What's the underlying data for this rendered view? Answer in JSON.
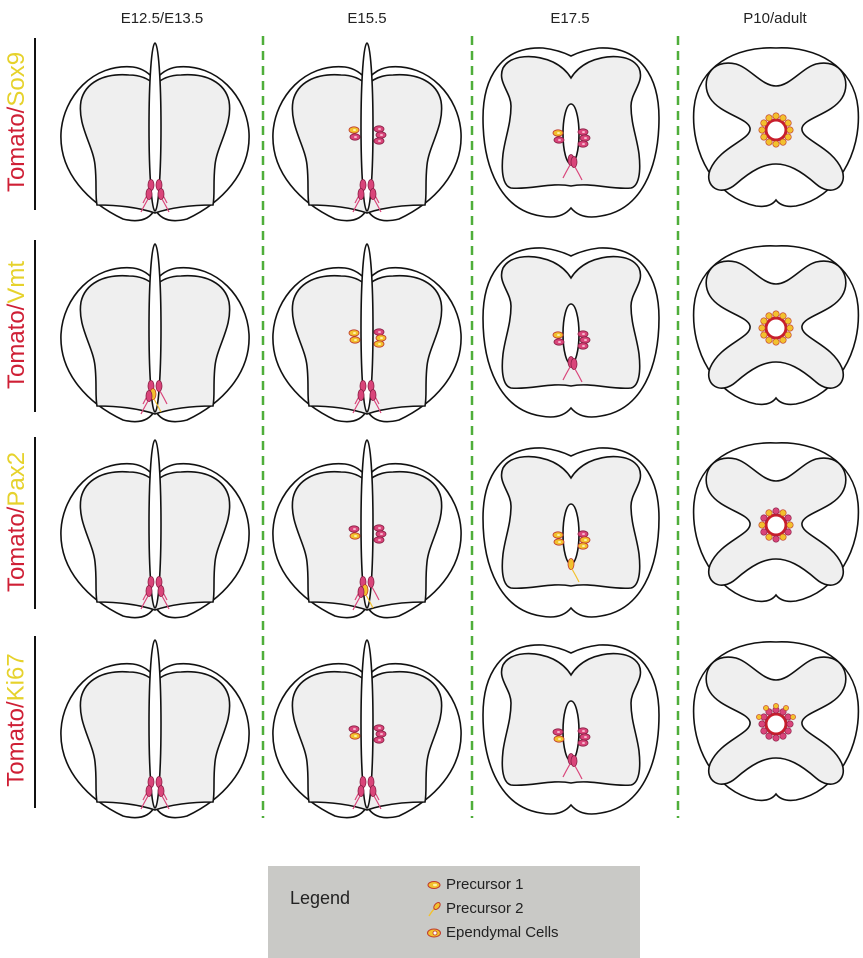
{
  "columns": [
    "E12.5/E13.5",
    "E15.5",
    "E17.5",
    "P10/adult"
  ],
  "rows": [
    {
      "tomato": "Tomato",
      "sep": "/",
      "marker": "Sox9"
    },
    {
      "tomato": "Tomato",
      "sep": "/",
      "marker": "Vmt"
    },
    {
      "tomato": "Tomato",
      "sep": "/",
      "marker": "Pax2"
    },
    {
      "tomato": "Tomato",
      "sep": "/",
      "marker": "Ki67"
    }
  ],
  "legend": {
    "title": "Legend",
    "items": [
      {
        "label": "Precursor 1",
        "icon": "precursor-1-icon"
      },
      {
        "label": "Precursor 2",
        "icon": "precursor-2-icon"
      },
      {
        "label": "Ependymal Cells",
        "icon": "ependymal-cells-icon"
      }
    ]
  },
  "colors": {
    "tomato": "#cf1f35",
    "marker": "#e6d22c",
    "divider": "#4fae3a",
    "grey_matter": "#efefef",
    "precursor_pink": "#d9457a",
    "precursor_yellow": "#f2c12e",
    "ependymal_ring": "#c81e2c",
    "legend_bg": "#c9c9c6"
  }
}
